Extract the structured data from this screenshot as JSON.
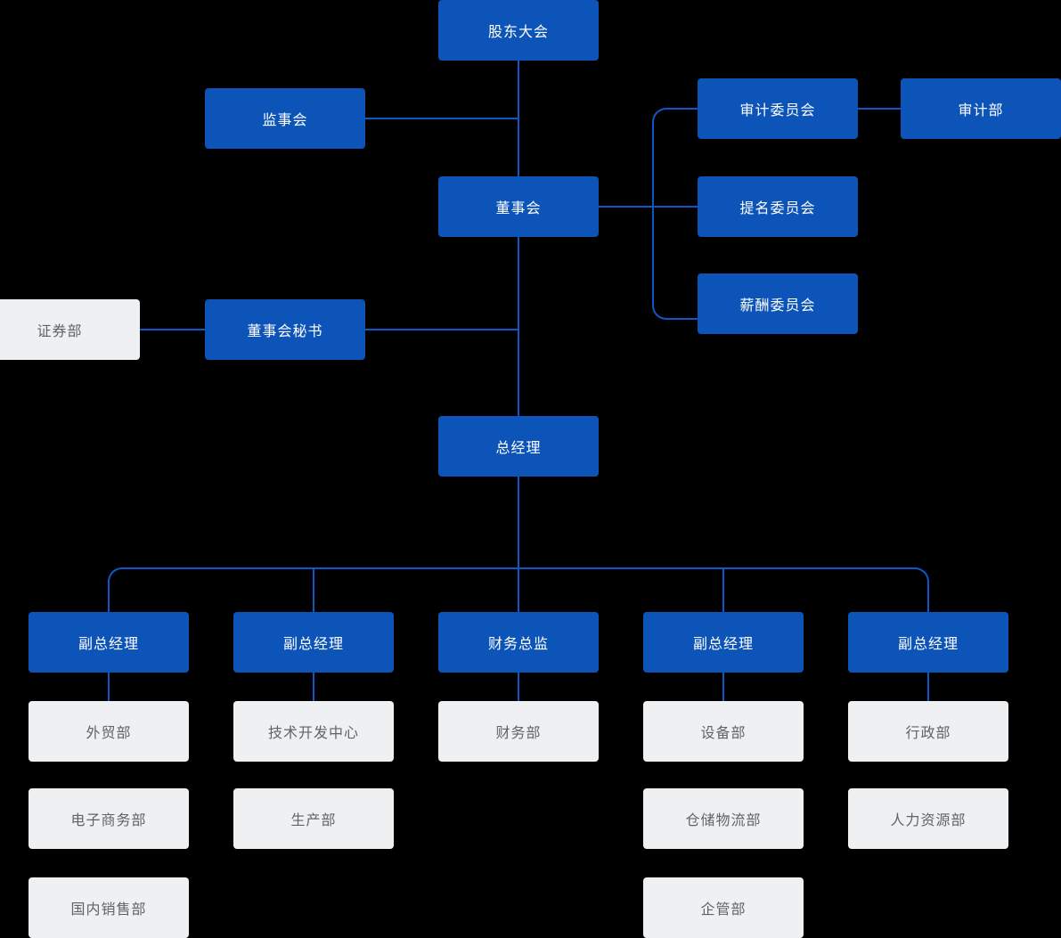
{
  "page": {
    "background_color": "#000000",
    "type": "organizational-chart"
  },
  "colors": {
    "primary_node_fill": "#0D54B8",
    "primary_node_text": "#FFFFFF",
    "secondary_node_fill": "#EEF0F2",
    "secondary_node_text": "#5F646A",
    "connector": "#0E57C5"
  },
  "org_chart": {
    "nodes": {
      "shareholders_meeting": "股东大会",
      "supervisory_board": "监事会",
      "board_of_directors": "董事会",
      "audit_committee": "审计委员会",
      "audit_department": "审计部",
      "nomination_committee": "提名委员会",
      "remuneration_committee": "薪酬委员会",
      "securities_department": "证券部",
      "board_secretary": "董事会秘书",
      "general_manager": "总经理",
      "deputy_gm_1": "副总经理",
      "deputy_gm_2": "副总经理",
      "cfo": "财务总监",
      "deputy_gm_3": "副总经理",
      "deputy_gm_4": "副总经理",
      "foreign_trade_dept": "外贸部",
      "tech_development_center": "技术开发中心",
      "finance_dept": "财务部",
      "equipment_dept": "设备部",
      "admin_dept": "行政部",
      "ecommerce_dept": "电子商务部",
      "production_dept": "生产部",
      "warehouse_logistics_dept": "仓储物流部",
      "hr_dept": "人力资源部",
      "domestic_sales_dept": "国内销售部",
      "enterprise_mgmt_dept": "企管部"
    },
    "hierarchy_note": "股东大会 > (监事会, 董事会) ; 董事会 > (审计委员会>审计部, 提名委员会, 薪酬委员会, 董事会秘书>证券部, 总经理) ; 总经理 > (副总经理×4, 财务总监) > departments"
  }
}
